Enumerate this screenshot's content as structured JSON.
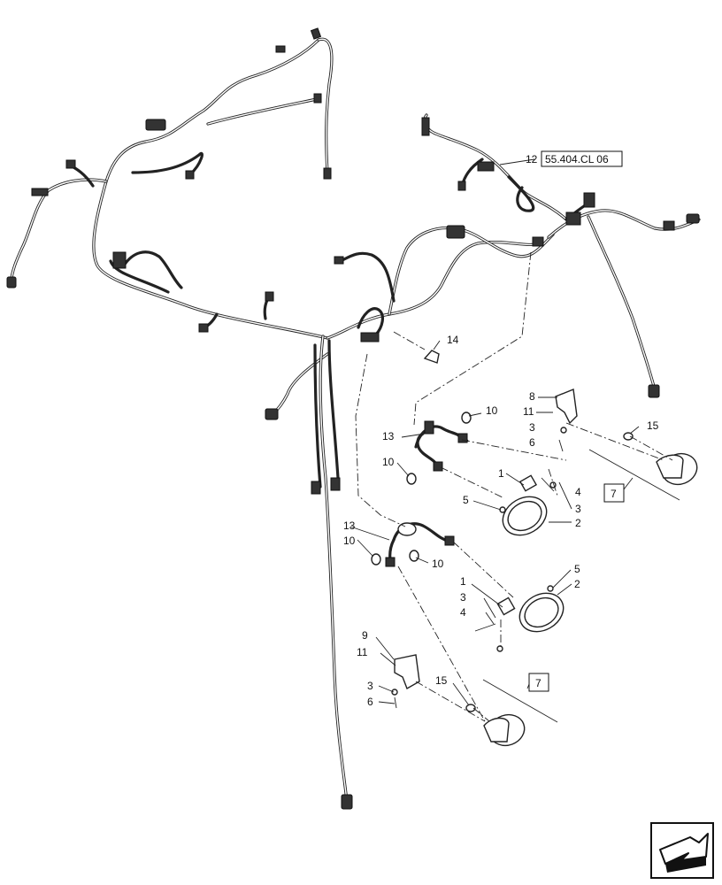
{
  "callouts": {
    "c1a": "1",
    "c1b": "1",
    "c2a": "2",
    "c2b": "2",
    "c3a": "3",
    "c3b": "3",
    "c3c": "3",
    "c3d": "3",
    "c4a": "4",
    "c4b": "4",
    "c5a": "5",
    "c5b": "5",
    "c6a": "6",
    "c6b": "6",
    "c8": "8",
    "c9": "9",
    "c10a": "10",
    "c10b": "10",
    "c10c": "10",
    "c10d": "10",
    "c11a": "11",
    "c11b": "11",
    "c12": "12",
    "c13a": "13",
    "c13b": "13",
    "c14": "14",
    "c15a": "15",
    "c15b": "15"
  },
  "boxes": {
    "ref_box": "55.404.CL 06",
    "box7a": "7",
    "box7b": "7"
  },
  "nav_icon": "next-page-arrow-icon"
}
